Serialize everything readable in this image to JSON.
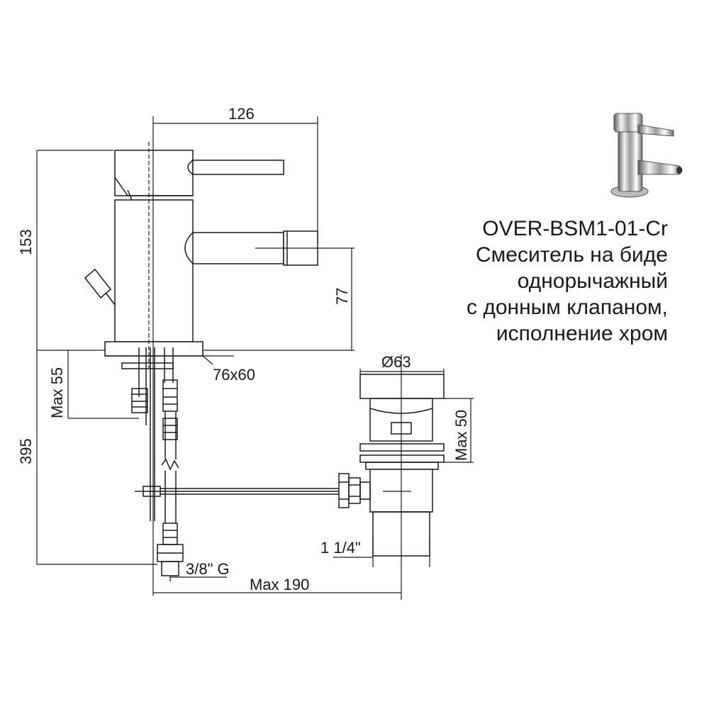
{
  "product": {
    "model": "OVER-BSM1-01-Cr",
    "description_lines": [
      "Смеситель на биде",
      "однорычажный",
      "с донным клапаном,",
      "исполнение хром"
    ]
  },
  "dimensions": {
    "width_top": "126",
    "total_height": "153",
    "spout_height": "77",
    "base_size": "76x60",
    "max_below": "Max 55",
    "hose_length": "395",
    "drain_diameter": "Ø63",
    "drain_max": "Max 50",
    "drain_thread": "1 1/4\"",
    "hose_thread": "3/8\" G",
    "max_reach": "Max 190"
  },
  "colors": {
    "line": "#1a1a1a",
    "background": "#ffffff"
  },
  "icons": {
    "product_photo": "bidet-mixer-chrome-photo"
  }
}
